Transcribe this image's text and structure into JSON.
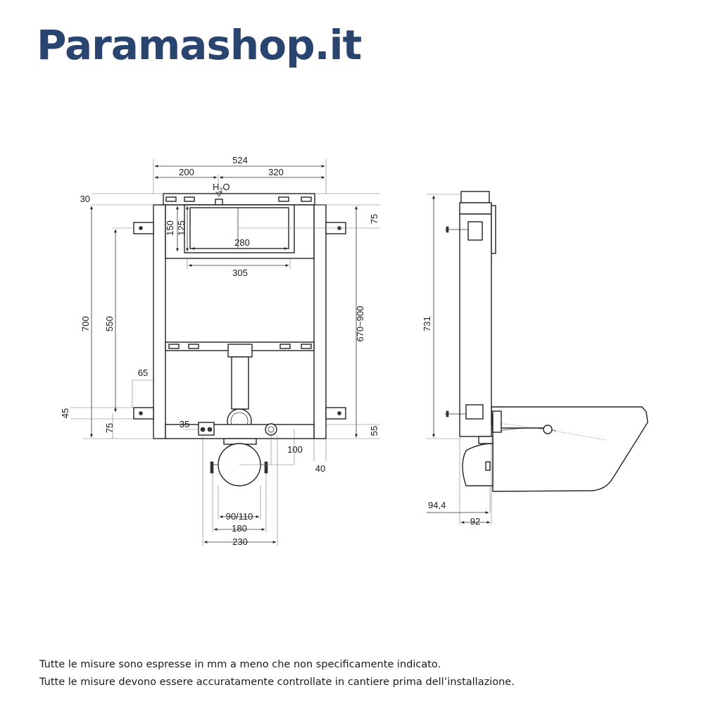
{
  "brand": "Paramashop.it",
  "front": {
    "width_total": "524",
    "left_offset": "200",
    "right_offset": "320",
    "water_h": "H",
    "water_sub": "2",
    "water_o": "O",
    "top_gap": "30",
    "height_frame": "700",
    "bracket_span": "550",
    "side_offset": "65",
    "bottom_45": "45",
    "bottom_75": "75",
    "box_150": "150",
    "box_125": "125",
    "box_inner_width": "280",
    "box_outer_width": "305",
    "right_75": "75",
    "adjustable_height": "670~900",
    "right_55": "55",
    "dim_35": "35",
    "dim_100": "100",
    "dim_40": "40",
    "pipe_diameter": "90/110",
    "dim_180": "180",
    "dim_230": "230"
  },
  "side": {
    "height_total": "731",
    "depth_94": "94,4",
    "depth_92": "92"
  },
  "notes": {
    "line1": "Tutte le misure sono espresse in mm a meno che non specificamente indicato.",
    "line2": "Tutte le misure devono essere accuratamente controllate in cantiere prima dell’installazione."
  }
}
